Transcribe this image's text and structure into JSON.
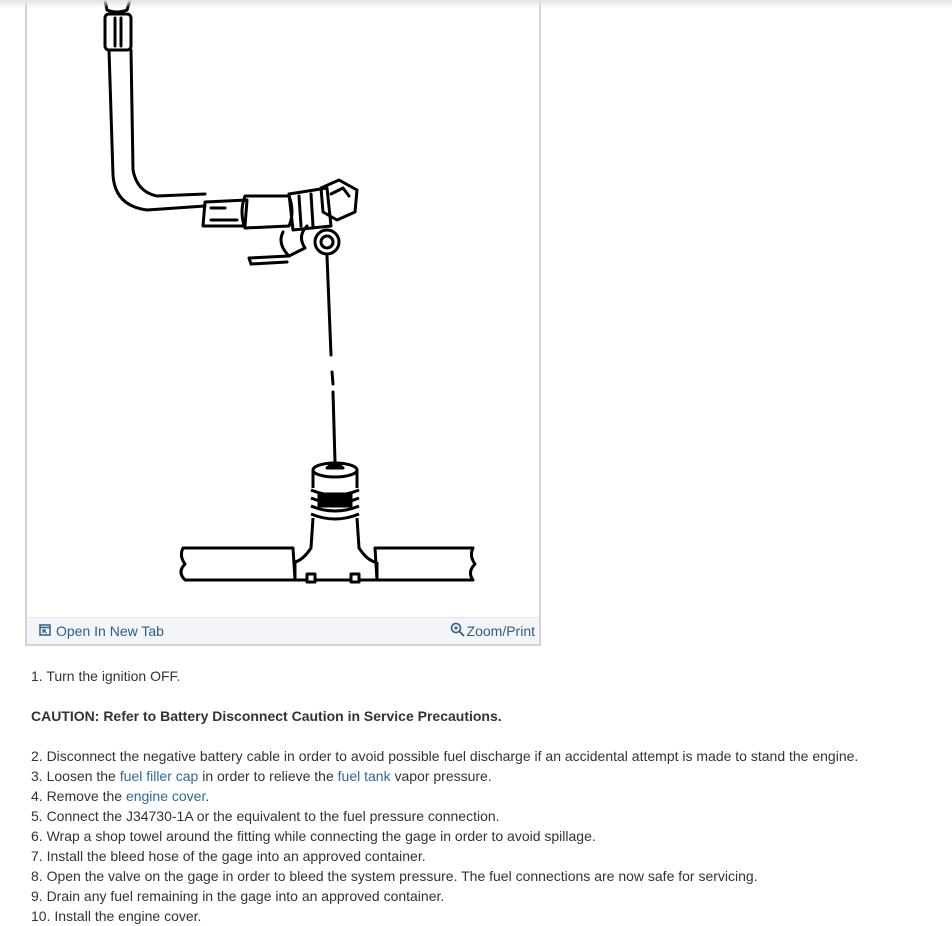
{
  "figure": {
    "open_tab_label": "Open In New Tab",
    "zoom_label": "Zoom/Print",
    "colors": {
      "link": "#2d5e86",
      "footer_bg": "#f4f5f8",
      "border": "#d4d4d4"
    }
  },
  "steps": {
    "s1": "1. Turn the ignition OFF.",
    "caution": "CAUTION: Refer to Battery Disconnect Caution in Service Precautions.",
    "s2": "2. Disconnect the negative battery cable in order to avoid possible fuel discharge if an accidental attempt is made to stand the engine.",
    "s3": {
      "pre": "3. Loosen the ",
      "link1": "fuel filler cap",
      "mid": " in order to relieve the ",
      "link2": "fuel tank",
      "post": " vapor pressure."
    },
    "s4": {
      "pre": "4. Remove the ",
      "link": "engine cover",
      "post": "."
    },
    "s5": "5. Connect the J34730-1A or the equivalent to the fuel pressure connection.",
    "s6": "6. Wrap a shop towel around the fitting while connecting the gage in order to avoid spillage.",
    "s7": "7. Install the bleed hose of the gage into an approved container.",
    "s8": "8. Open the valve on the gage in order to bleed the system pressure. The fuel connections are now safe for servicing.",
    "s9": "9. Drain any fuel remaining in the gage into an approved container.",
    "s10": "10. Install the engine cover."
  }
}
